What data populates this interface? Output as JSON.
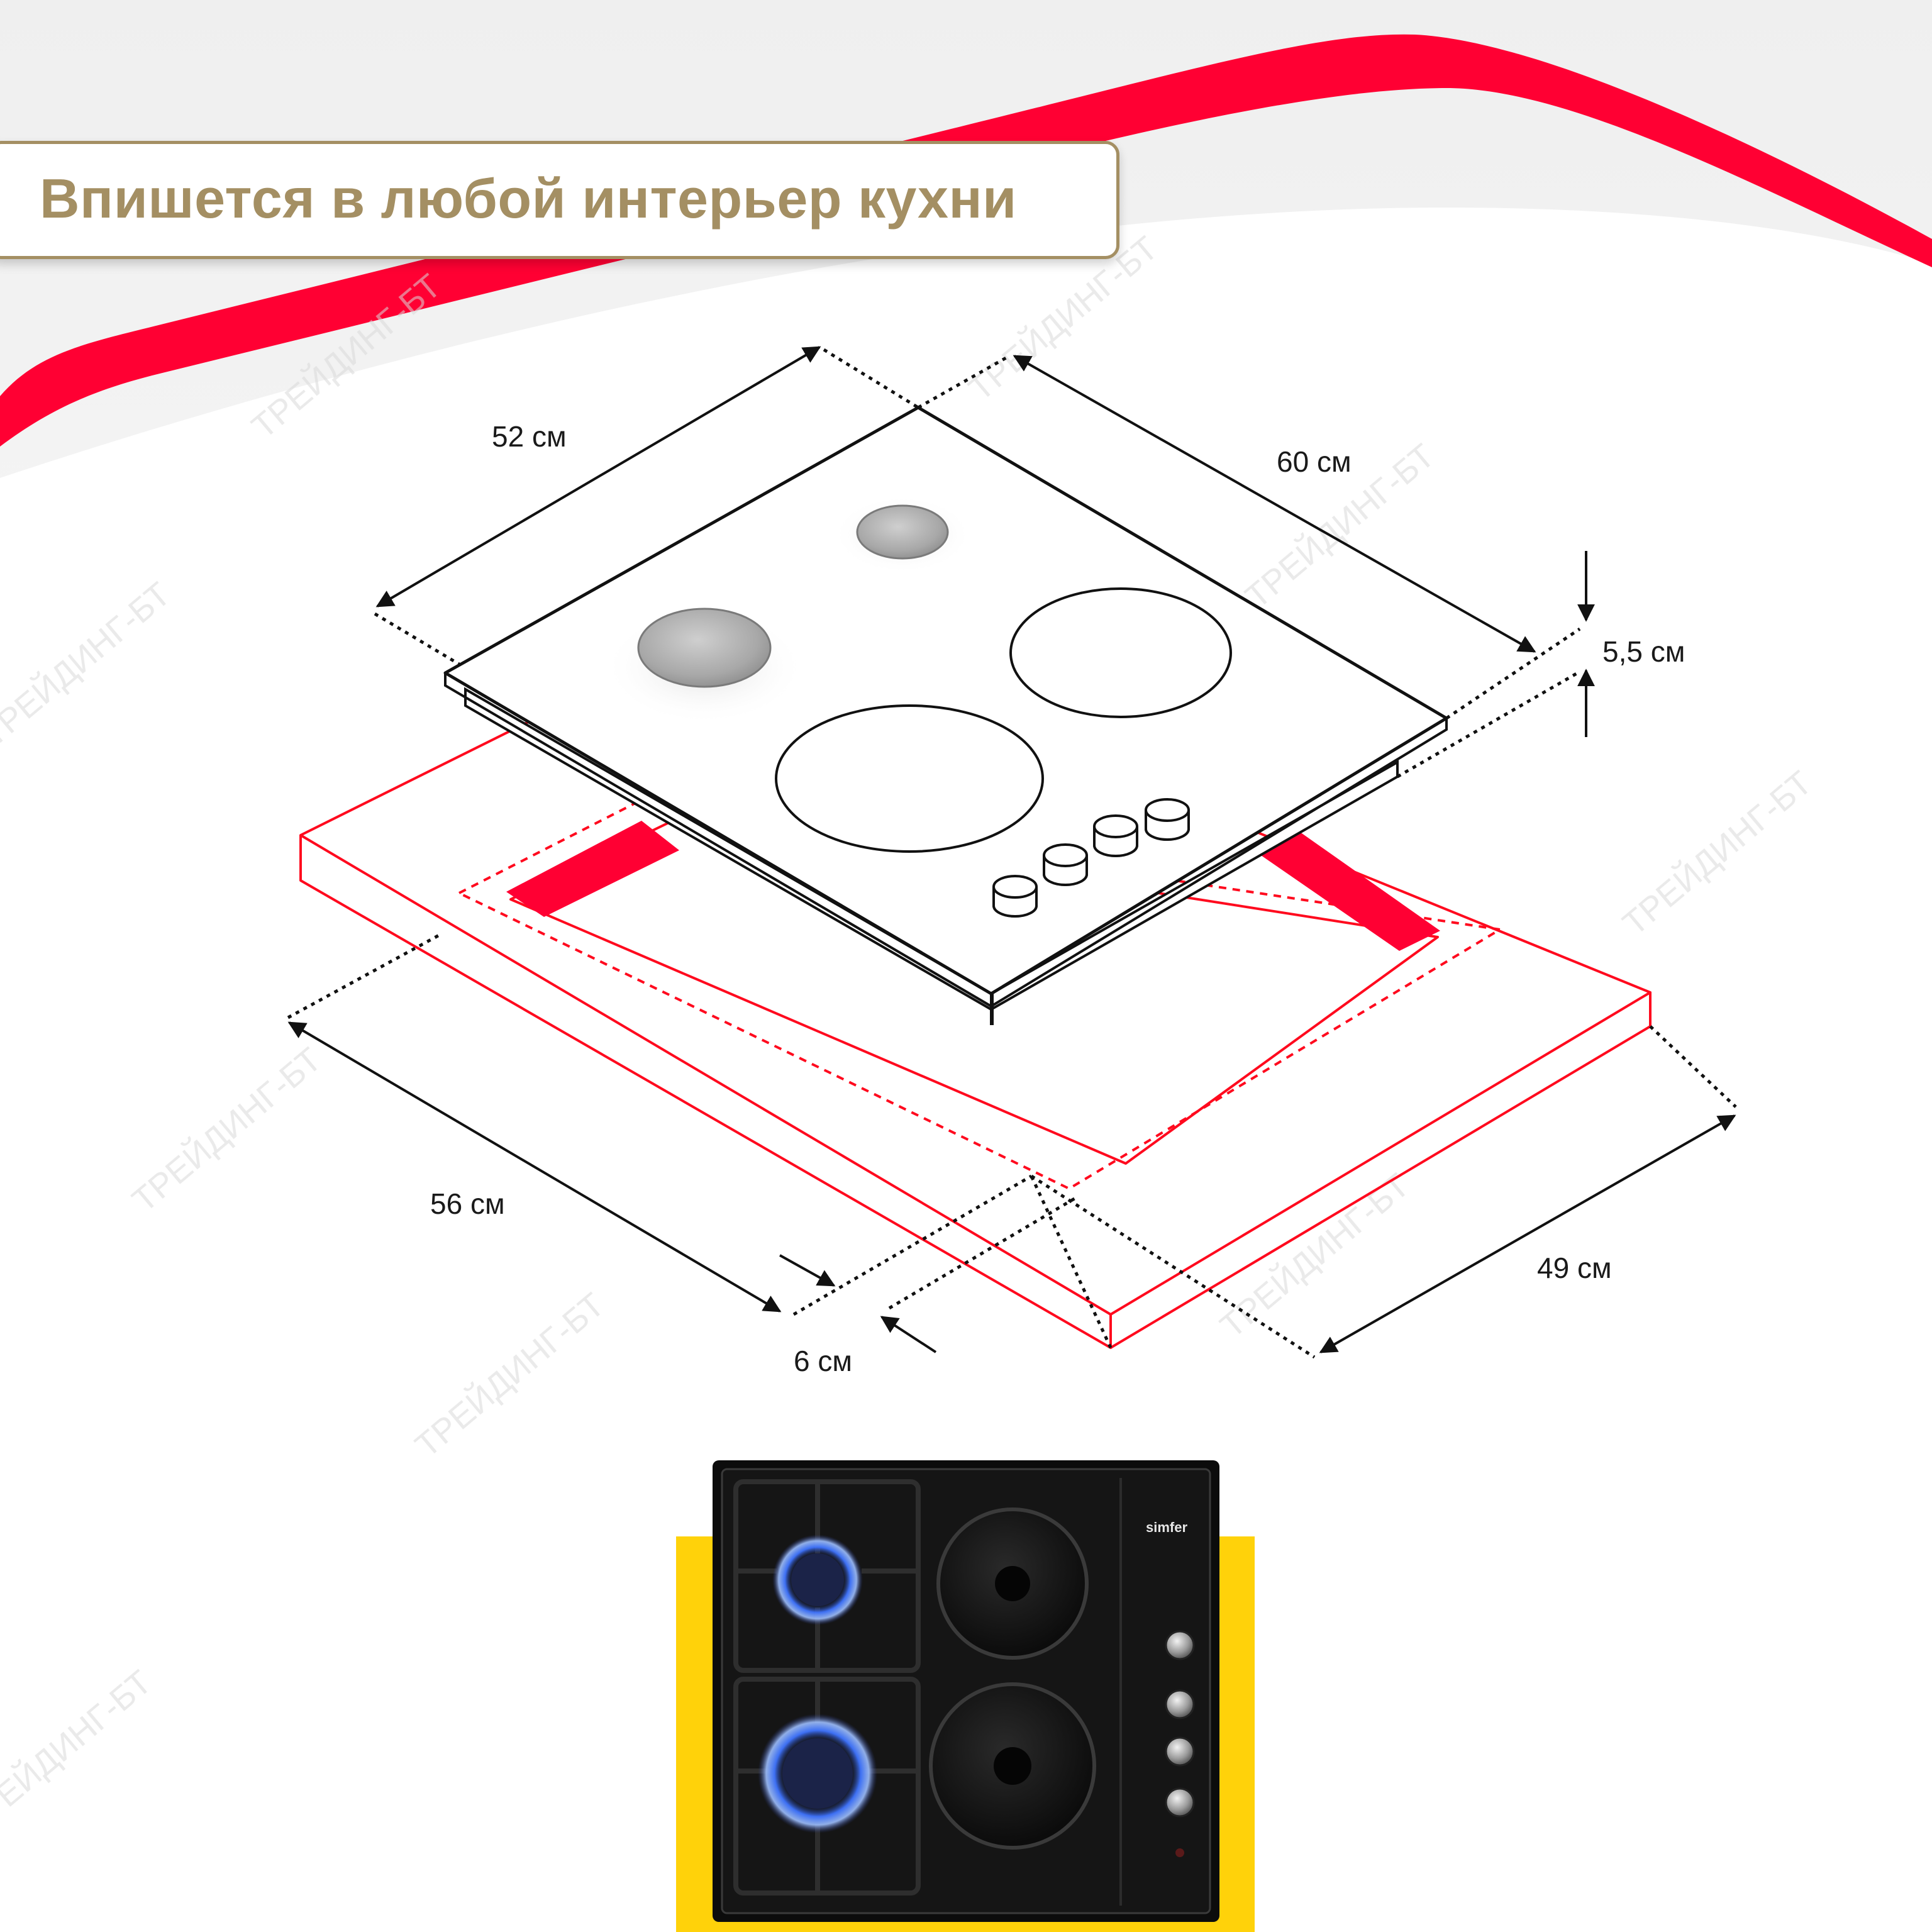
{
  "header": {
    "title": "Впишется в любой интерьер кухни"
  },
  "dimensions": {
    "hob_width": "60 см",
    "hob_depth": "52 см",
    "hob_height": "5,5 см",
    "cutout_width": "56 см",
    "cutout_depth": "49 см",
    "edge_gap": "6 см"
  },
  "product": {
    "brand": "simfer"
  },
  "watermark": {
    "text": "ТРЕЙДИНГ-БТ"
  },
  "colors": {
    "accent_red": "#ff0033",
    "title_gold": "#a48f63",
    "photo_backdrop_yellow": "#ffd20a",
    "flame_blue": "#2f6bff"
  }
}
